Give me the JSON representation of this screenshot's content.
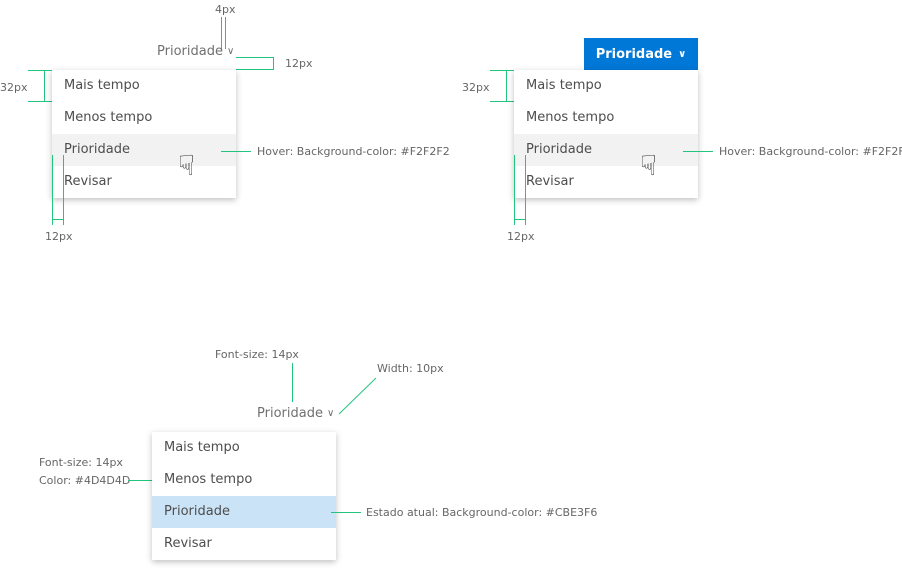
{
  "menu_items": [
    "Mais tempo",
    "Menos tempo",
    "Prioridade",
    "Revisar"
  ],
  "trigger_label": "Prioridade",
  "colors": {
    "annotation_line": "#22C47E",
    "primary": "#0078D7",
    "hover_bg": "#F2F2F2",
    "current_bg": "#CBE3F6",
    "text": "#4D4D4D"
  },
  "icons": {
    "chevron": "chevron-down-icon",
    "cursor": "hand-pointer-icon"
  },
  "annotations": {
    "gap_4px": "4px",
    "pad_right_12px": "12px",
    "item_height_32px": "32px",
    "pad_left_12px": "12px",
    "hover_note": "Hover: Background-color: #F2F2F2",
    "font_size_trigger": "Font-size: 14px",
    "chevron_width": "Width: 10px",
    "font_size_items": "Font-size: 14px",
    "items_color": "Color: #4D4D4D",
    "current_state": "Estado atual: Background-color: #CBE3F6"
  }
}
